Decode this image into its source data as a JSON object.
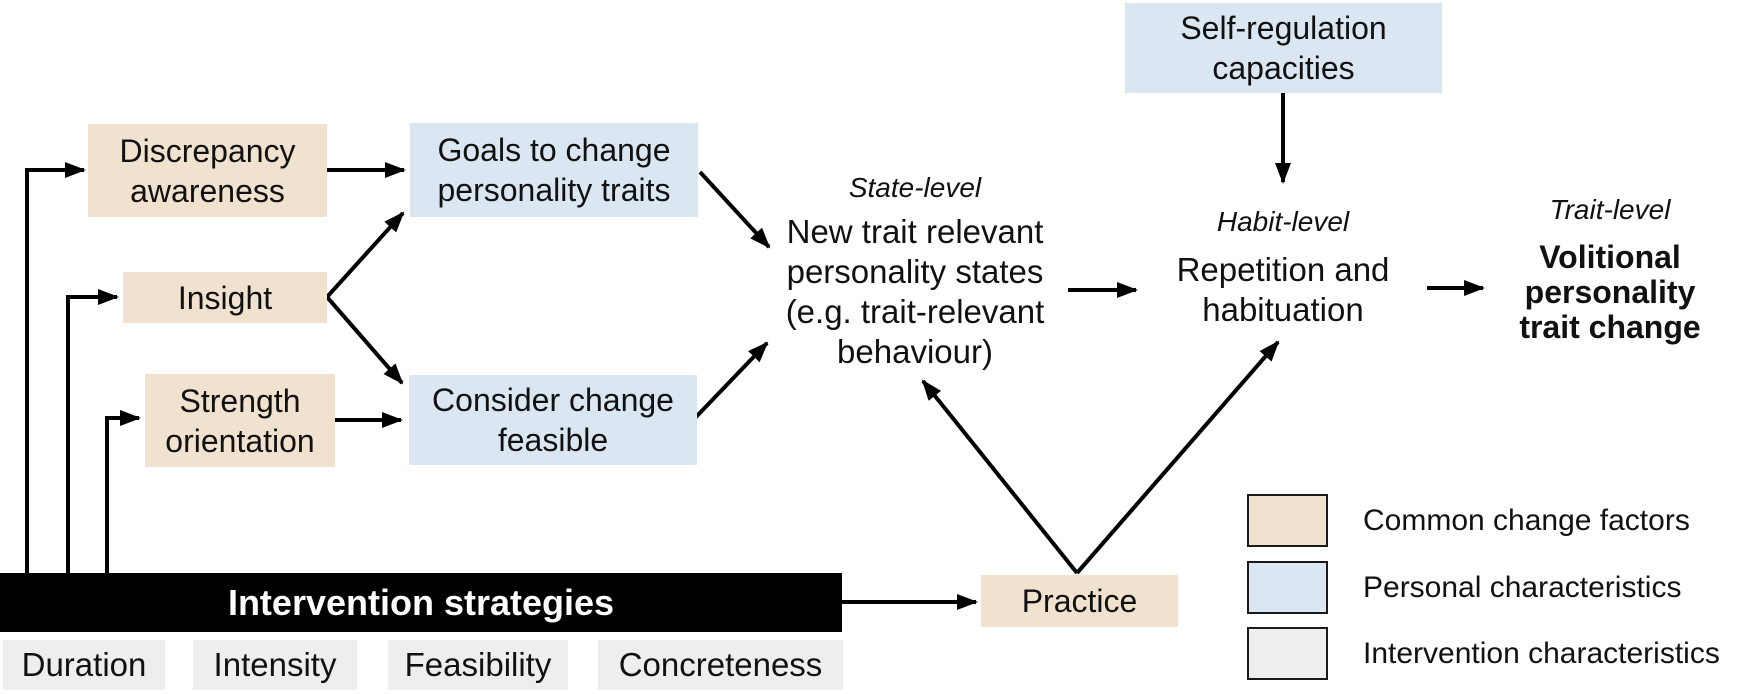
{
  "nodes": {
    "discrepancy": {
      "label": "Discrepancy\nawareness"
    },
    "insight": {
      "label": "Insight"
    },
    "strength": {
      "label": "Strength\norientation"
    },
    "goals": {
      "label": "Goals to change\npersonality traits"
    },
    "consider": {
      "label": "Consider change\nfeasible"
    },
    "self_regulation": {
      "label": "Self-regulation\ncapacities"
    },
    "practice": {
      "label": "Practice"
    }
  },
  "flow": {
    "state": {
      "level_label": "State-level",
      "text": "New trait relevant\npersonality states\n(e.g. trait-relevant\nbehaviour)"
    },
    "habit": {
      "level_label": "Habit-level",
      "text": "Repetition and\nhabituation"
    },
    "trait": {
      "level_label": "Trait-level",
      "text": "Volitional\npersonality\ntrait change"
    }
  },
  "intervention": {
    "bar_label": "Intervention strategies",
    "characteristics": [
      "Duration",
      "Intensity",
      "Feasibility",
      "Concreteness"
    ]
  },
  "legend": {
    "items": [
      {
        "label": "Common change factors",
        "color": "#f1e2d0"
      },
      {
        "label": "Personal characteristics",
        "color": "#dae7f2"
      },
      {
        "label": "Intervention characteristics",
        "color": "#eeeeee"
      }
    ]
  },
  "colors": {
    "common_change_factors": "#f1e2d0",
    "personal_characteristics": "#dae7f2",
    "intervention_characteristics": "#eeeeee",
    "intervention_bar": "#000000",
    "arrow": "#000000"
  }
}
